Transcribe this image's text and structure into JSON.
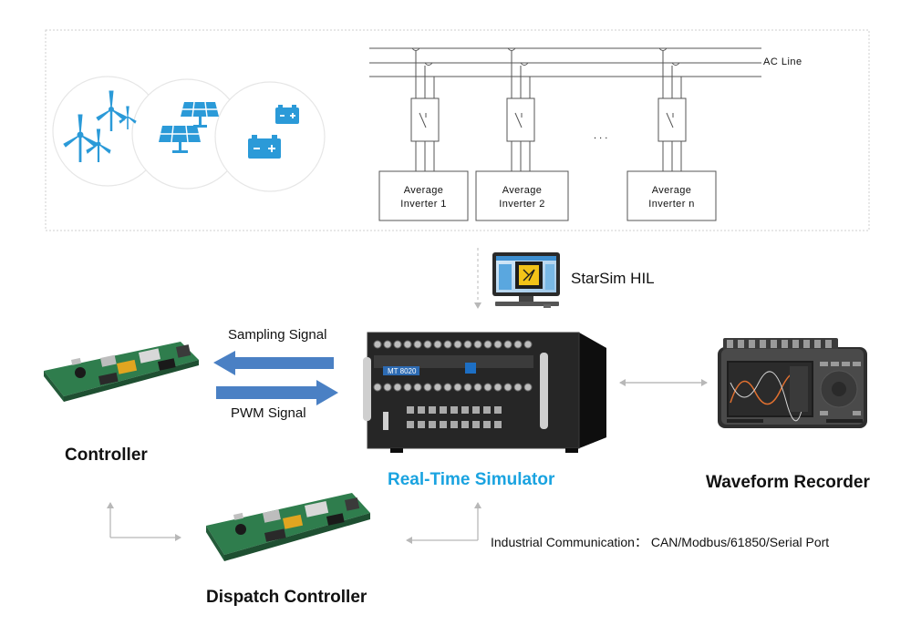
{
  "grid": {
    "ac_line_label": "AC Line",
    "ellipsis": ". . .",
    "inverters": [
      {
        "line1": "Average",
        "line2": "Inverter 1"
      },
      {
        "line1": "Average",
        "line2": "Inverter 2"
      },
      {
        "line1": "Average",
        "line2": "Inverter n"
      }
    ]
  },
  "hil": {
    "label": "StarSim HIL"
  },
  "signals": {
    "sampling": "Sampling Signal",
    "pwm": "PWM Signal"
  },
  "simulator": {
    "panel_model": "MT 8020",
    "label": "Real-Time Simulator"
  },
  "controller": {
    "label": "Controller"
  },
  "recorder": {
    "label": "Waveform Recorder"
  },
  "dispatch": {
    "label": "Dispatch Controller"
  },
  "comms": {
    "label": "Industrial Communication：  CAN/Modbus/61850/Serial Port"
  },
  "colors": {
    "accent_blue": "#1aa3e0",
    "arrow_blue": "#4a80c4",
    "icon_blue": "#2b9ad8",
    "connector_gray": "#b8b8b8",
    "pcb_green": "#2f7d4d"
  }
}
